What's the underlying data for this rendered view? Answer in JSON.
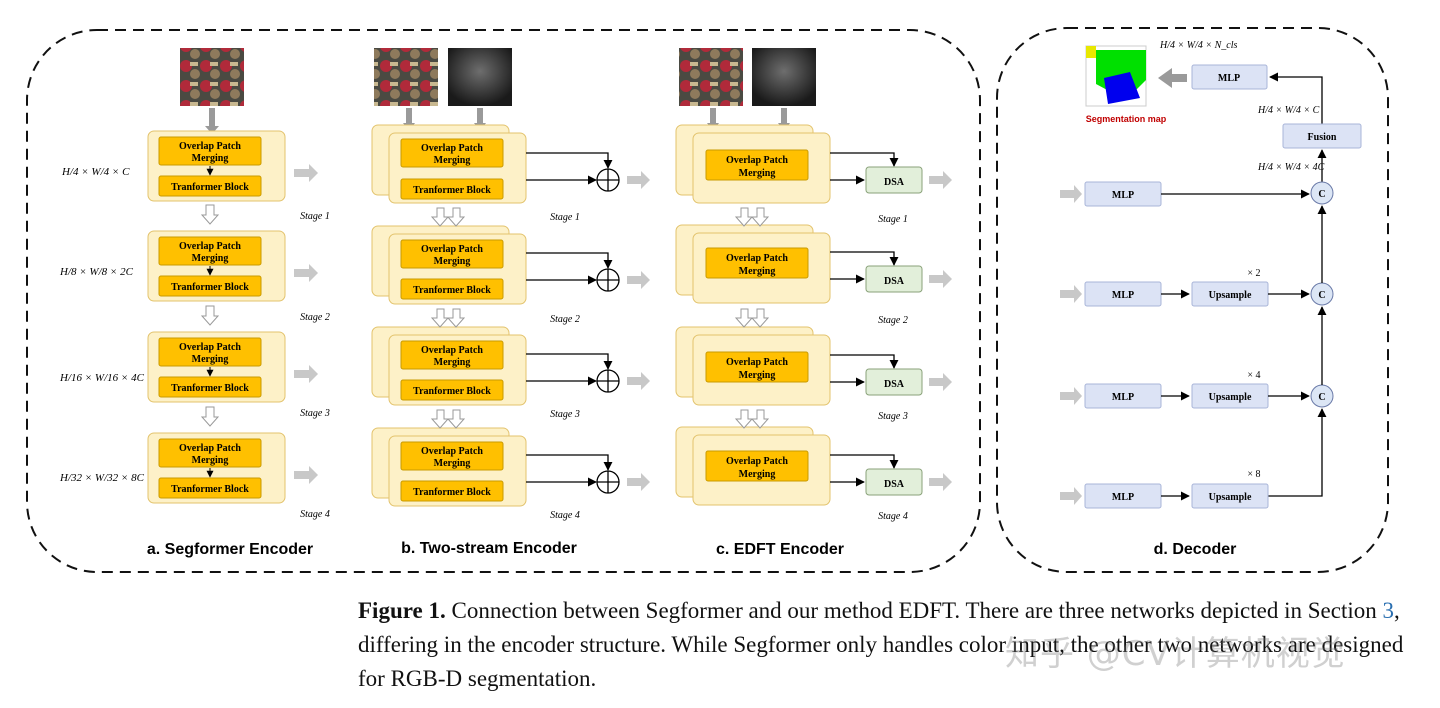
{
  "colors": {
    "block_outer_fill": "#fdf1c8",
    "block_outer_stroke": "#e3c36d",
    "block_inner_fill": "#ffc000",
    "block_inner_stroke": "#c99a00",
    "dsa_fill": "#e2efda",
    "mlp_fill": "#dce3f5",
    "concat_fill": "#dce6f5",
    "seg_label": "#c00000",
    "ref_link": "#2a6fb0"
  },
  "panels": {
    "segformer": {
      "title": "a. Segformer Encoder"
    },
    "two_stream": {
      "title": "b. Two-stream Encoder"
    },
    "edft": {
      "title": "c. EDFT Encoder"
    },
    "decoder": {
      "title": "d. Decoder"
    }
  },
  "block": {
    "overlap_line1": "Overlap Patch",
    "overlap_line2": "Merging",
    "transformer": "Tranformer Block",
    "dsa": "DSA"
  },
  "stages": [
    "Stage 1",
    "Stage 2",
    "Stage 3",
    "Stage 4"
  ],
  "shape_labels": [
    "H/4 × W/4 × C",
    "H/8 × W/8 × 2C",
    "H/16 × W/16 × 4C",
    "H/32 × W/32 × 8C"
  ],
  "decoder": {
    "mlp": "MLP",
    "upsample": "Upsample",
    "concat": "C",
    "fusion": "Fusion",
    "scales": [
      "× 2",
      "× 4",
      "× 8"
    ],
    "seg_map_label": "Segmentation map",
    "output_dim": "H/4 × W/4 × N_cls",
    "fusion_dim": "H/4 × W/4 × C",
    "concat_dim": "H/4 × W/4 × 4C"
  },
  "caption": {
    "label": "Figure 1.",
    "text_1": "Connection between Segformer and our method EDFT. There are three networks depicted in Section",
    "ref": "3",
    "text_2": ", differing in the encoder structure. While Segformer only handles color input, the other two networks are designed for RGB-D segmentation."
  },
  "watermark": "知乎 @CV计算机视觉"
}
